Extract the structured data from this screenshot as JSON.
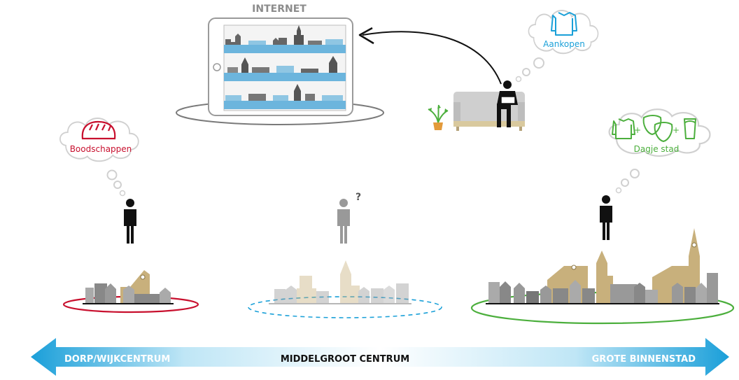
{
  "header": {
    "title": "INTERNET"
  },
  "thoughts": {
    "left": "Boodschappen",
    "top_right": "Aankopen",
    "right": "Dagje stad"
  },
  "question_mark": "?",
  "scale_bar": {
    "left_label": "DORP/WIJKCENTRUM",
    "middle_label": "MIDDELGROOT CENTRUM",
    "right_label": "GROTE BINNENSTAD"
  },
  "colors": {
    "red": "#c8102e",
    "green": "#4caf3d",
    "blue": "#1aa0d8",
    "tan": "#c8b07c",
    "gray": "#9a9a9a",
    "dark": "#111111"
  },
  "icons": [
    "bread-icon",
    "sweater-icon",
    "theater-masks-icon",
    "beer-glass-icon",
    "tablet-icon",
    "sofa-icon",
    "plant-icon",
    "person-icon"
  ]
}
